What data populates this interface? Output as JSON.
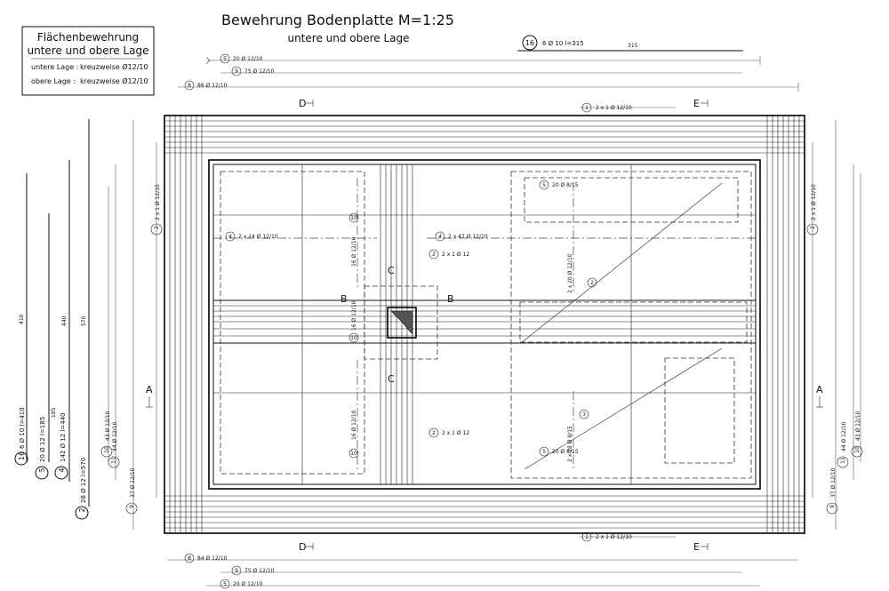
{
  "title": "Bewehrung Bodenplatte M=1:25",
  "subtitle": "untere und obere Lage",
  "legend": {
    "title_line1": "Flächenbewehrung",
    "title_line2": "untere und obere Lage",
    "rows": [
      {
        "label": "untere Lage :",
        "value": "kreuzweise Ø12/10"
      },
      {
        "label": "obere Lage :",
        "value": "kreuzweise Ø12/10"
      }
    ]
  },
  "top_bar": {
    "position": "16",
    "text": "6 Ø 10 l=315",
    "dim": "315"
  },
  "section_marks": {
    "D": "D",
    "E": "E",
    "A": "A",
    "B": "B",
    "C": "C"
  },
  "top_labels": [
    {
      "pos": "5",
      "text": "20 Ø 12/10"
    },
    {
      "pos": "9",
      "text": "75 Ø 12/10"
    },
    {
      "pos": "8",
      "text": "86 Ø 12/10"
    },
    {
      "pos": "1",
      "text": "2 x 1 Ø 12/10"
    }
  ],
  "bottom_labels": [
    {
      "pos": "1",
      "text": "2 x 1 Ø 12/10"
    },
    {
      "pos": "8",
      "text": "84 Ø 12/10"
    },
    {
      "pos": "9",
      "text": "75 Ø 12/10"
    },
    {
      "pos": "5",
      "text": "20 Ø 12/10"
    }
  ],
  "left_bars": [
    {
      "pos": "16",
      "text": "6 Ø 10 l=410",
      "dim": "410"
    },
    {
      "pos": "5",
      "text": "20 Ø 12 l=185",
      "dim": "185"
    },
    {
      "pos": "4",
      "text": "142 Ø 12 l=440",
      "dim": "440"
    },
    {
      "pos": "2",
      "text": "28 Ø 12 l=570",
      "dim": "570"
    }
  ],
  "inner_labels": [
    {
      "pos": "4",
      "text": "2 x 24 Ø 12/10"
    },
    {
      "pos": "4",
      "text": "2 x 47 Ø 12/10"
    },
    {
      "pos": "2",
      "text": "2 x 1 Ø 12"
    },
    {
      "pos": "2",
      "text": "2 x 1 Ø 12"
    },
    {
      "pos": "5",
      "text": "20 Ø 8/15"
    },
    {
      "pos": "5",
      "text": "20 Ø 8/15"
    },
    {
      "pos": "2",
      "text": "2 x 20 Ø 12/10"
    },
    {
      "pos": "3",
      "text": "2 x 28 Ø 8/15"
    },
    {
      "pos": "10",
      "text": "16 Ø 12/10"
    },
    {
      "pos": "10",
      "text": "16 Ø 12/10"
    },
    {
      "pos": "10",
      "text": "16 Ø 12/10"
    }
  ],
  "side_labels_left": [
    {
      "pos": "2",
      "text": "2 x 1 Ø 12/10"
    },
    {
      "pos": "9",
      "text": "37 Ø 12/10"
    },
    {
      "pos": "10",
      "text": "43 Ø 12/10"
    },
    {
      "pos": "11",
      "text": "44 Ø 12/10"
    }
  ],
  "side_labels_right": [
    {
      "pos": "2",
      "text": "2 x 1 Ø 12/10"
    },
    {
      "pos": "9",
      "text": "37 Ø 12/10"
    },
    {
      "pos": "10",
      "text": "43 Ø 12/10"
    },
    {
      "pos": "11",
      "text": "44 Ø 12/10"
    }
  ]
}
